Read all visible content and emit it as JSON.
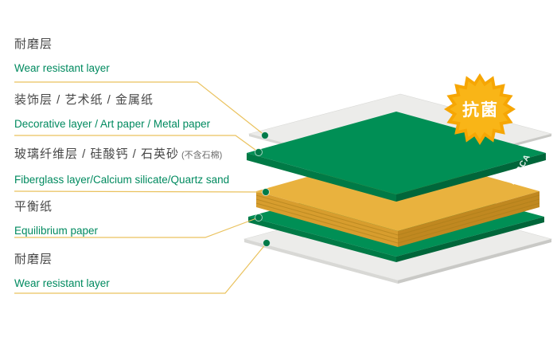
{
  "badge": {
    "label": "抗菌"
  },
  "watermark": {
    "brand": "FORCA"
  },
  "labels": [
    {
      "zh": "耐磨层",
      "en": "Wear resistant layer"
    },
    {
      "zh": "装饰层 / 艺术纸 / 金属纸",
      "en": "Decorative layer / Art paper / Metal paper"
    },
    {
      "zh": "玻璃纤维层 / 硅酸钙 / 石英砂",
      "note": "(不含石棉)",
      "en": "Fiberglass layer/Calcium silicate/Quartz sand"
    },
    {
      "zh": "平衡纸",
      "en": "Equilibrium paper"
    },
    {
      "zh": "耐磨层",
      "en": "Wear resistant layer"
    }
  ],
  "colors": {
    "label_text": "#474747",
    "label_text_en": "#008a5f",
    "leader_line": "#eac25e",
    "layer_green": "#008f55",
    "layer_yellow": "#e9b23e",
    "layer_white": "#ececea",
    "badge_fill": "#f6a604",
    "badge_inner": "#f9b517",
    "dot": "#007a48"
  }
}
